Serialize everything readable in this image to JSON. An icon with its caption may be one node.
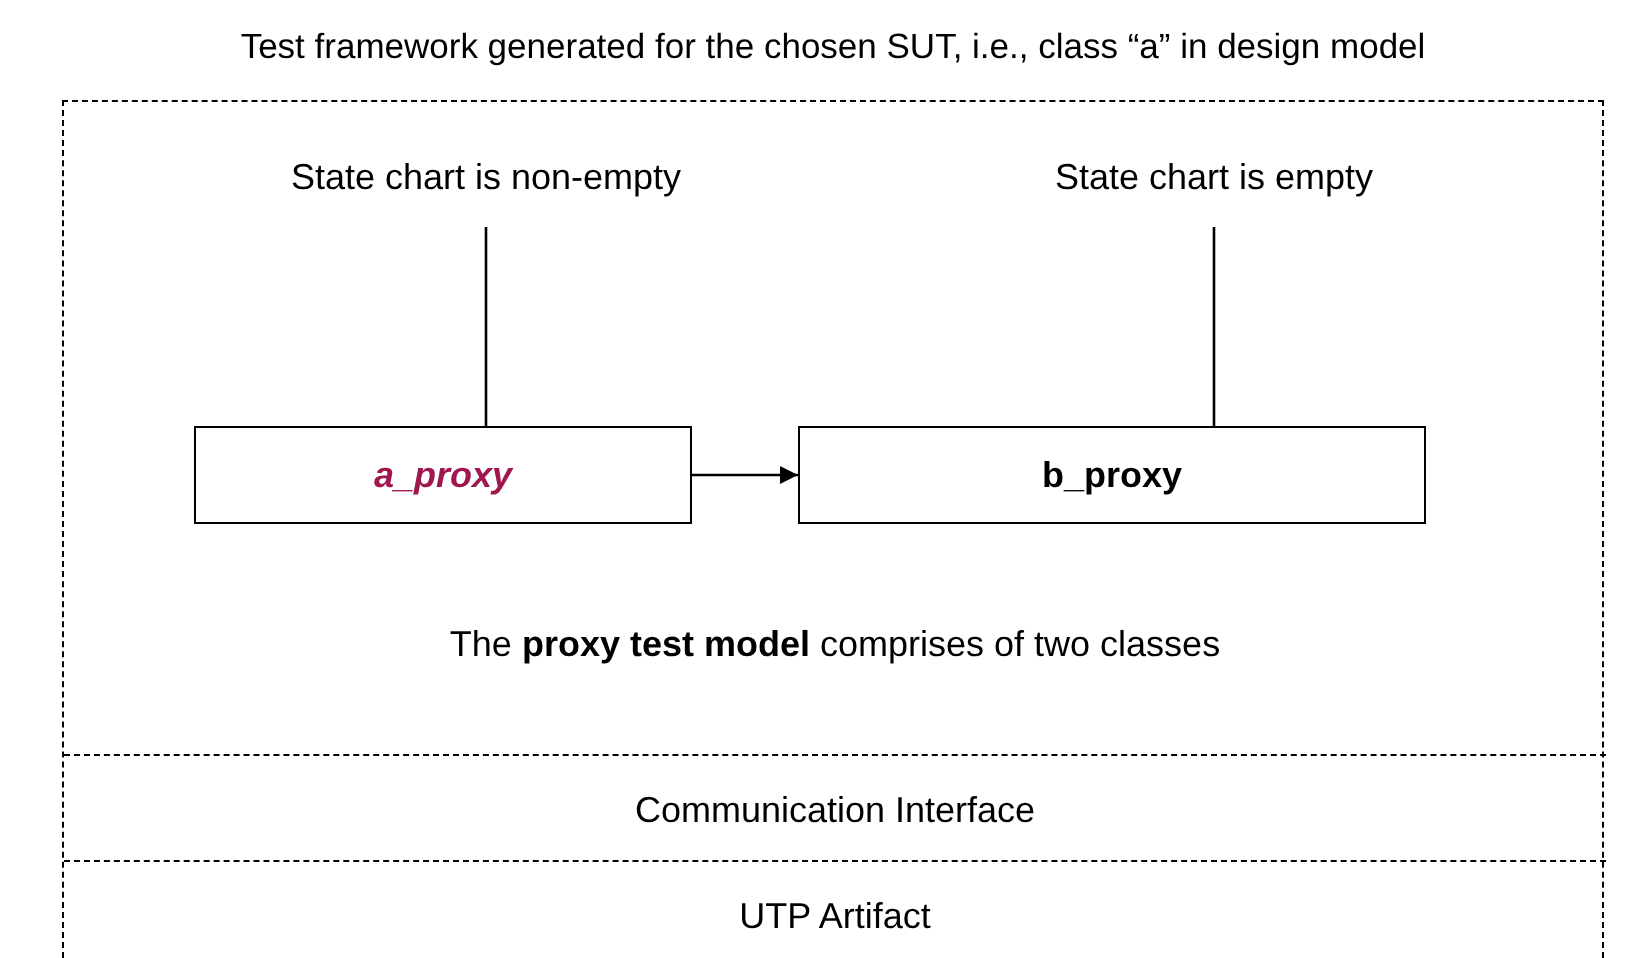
{
  "diagram": {
    "nodes": [
      {
        "text": [
          "Test framework generated for the chosen SUT, i.e., class “a” in design model"
        ]
      },
      {
        "text": [
          "The **proxy test model** comprises of two classes"
        ],
        "in": 0
      },
      {
        "text": [
          "State chart is non-empty"
        ],
        "in": 1
      },
      {
        "text": [
          "State chart is empty"
        ],
        "in": 1
      },
      {
        "text": [
          "a_proxy"
        ],
        "in": 1
      },
      {
        "text": [
          "b_proxy"
        ],
        "in": 1
      },
      {
        "text": [
          "Communication Interface"
        ],
        "in": 0
      },
      {
        "text": [
          "UTP Artifact"
        ],
        "in": 0
      }
    ],
    "edges": [
      {
        "from": 2,
        "to": 4,
        "arrow": "none"
      },
      {
        "from": 3,
        "to": 5,
        "arrow": "none"
      },
      {
        "from": 4,
        "to": 5,
        "arrow": "to"
      }
    ]
  }
}
